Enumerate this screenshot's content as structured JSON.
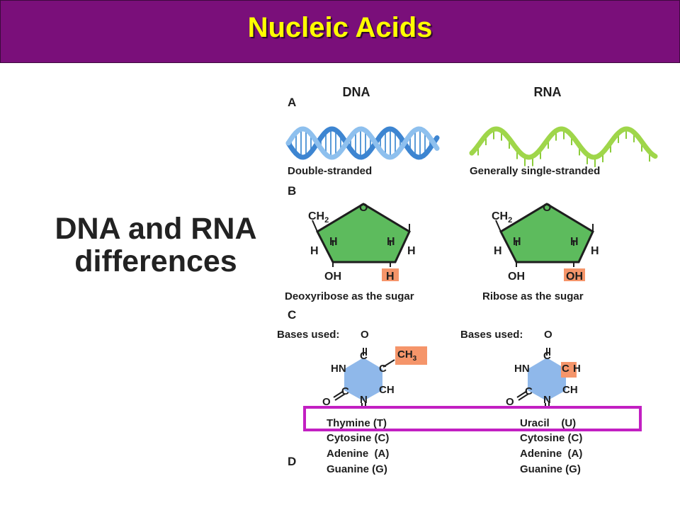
{
  "slide": {
    "title": "Nucleic Acids",
    "heading_line1": "DNA and RNA",
    "heading_line2": "differences"
  },
  "figure": {
    "panel_labels": [
      "A",
      "B",
      "C",
      "D"
    ],
    "dna_header": "DNA",
    "rna_header": "RNA",
    "dna_strand_caption": "Double-stranded",
    "rna_strand_caption": "Generally single-stranded",
    "dna_sugar_caption": "Deoxyribose as the sugar",
    "rna_sugar_caption": "Ribose as the sugar",
    "bases_label": "Bases used:",
    "dna_bases": [
      "Thymine (T)",
      "Cytosine (C)",
      "Adenine  (A)",
      "Guanine (G)"
    ],
    "rna_bases": [
      "Uracil    (U)",
      "Cytosine (C)",
      "Adenine  (A)",
      "Guanine (G)"
    ],
    "atoms": {
      "oxygen": "O",
      "ch2": "CH",
      "ch2_sub": "2",
      "hydrogen": "H",
      "hydroxyl": "OH",
      "nitrogen": "N",
      "carbon": "C",
      "ch": "CH",
      "hn": "HN",
      "methyl": "CH",
      "methyl_sub": "3"
    },
    "highlight_color": "#c21fc2"
  }
}
